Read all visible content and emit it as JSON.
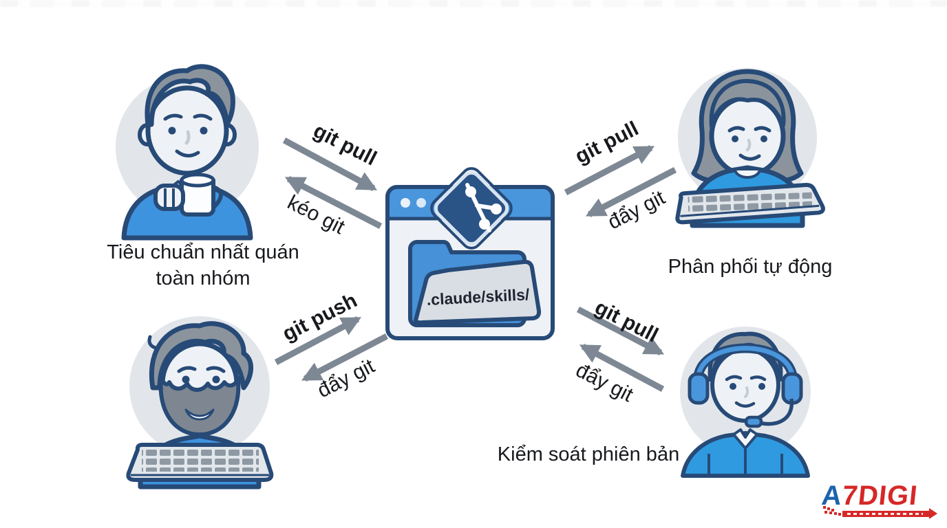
{
  "diagram": {
    "center": {
      "repo_path": ".claude/skills/"
    },
    "arrows": [
      {
        "label": "git pull"
      },
      {
        "label": "kéo git"
      },
      {
        "label": "git pull"
      },
      {
        "label": "đẩy git"
      },
      {
        "label": "git push"
      },
      {
        "label": "đẩy git"
      },
      {
        "label": "git pull"
      },
      {
        "label": "đẩy git"
      }
    ],
    "captions": {
      "top_left_line1": "Tiêu chuẩn nhất quán",
      "top_left_line2": "toàn nhóm",
      "top_right": "Phân phối tự động",
      "bottom_right": "Kiểm soát phiên bản"
    },
    "colors": {
      "accent_blue": "#3e93de",
      "titlebar_blue": "#4a96dc",
      "navy_outline": "#274a77",
      "git_diamond_navy": "#2a5386",
      "arrow_gray": "#7d8894",
      "avatar_bg_gray": "#e2e6ea",
      "hair_gray": "#8b949d",
      "logo_red": "#d62828",
      "logo_blue": "#1c63ad",
      "text_dark": "#17191d"
    }
  },
  "logo": {
    "brand_a": "A",
    "brand_rest": "7DIGI"
  }
}
